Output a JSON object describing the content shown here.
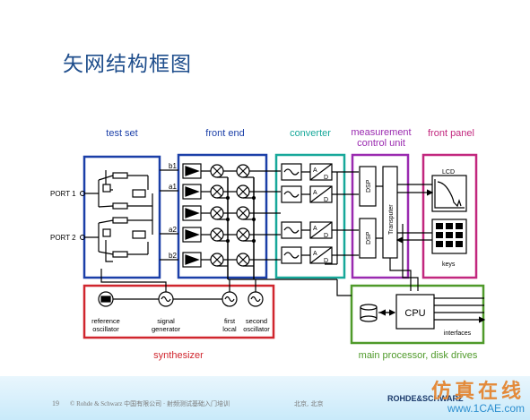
{
  "title": "矢网结构框图",
  "blocks": {
    "test_set": {
      "label": "test set",
      "color": "#1b3fa8"
    },
    "front_end": {
      "label": "front end",
      "color": "#1b3fa8"
    },
    "converter": {
      "label": "converter",
      "color": "#17a89a"
    },
    "measurement": {
      "label_line1": "measurement",
      "label_line2": "control unit",
      "color": "#9a2ab0"
    },
    "front_panel": {
      "label": "front panel",
      "color": "#c2277e"
    },
    "synthesizer": {
      "label": "synthesizer",
      "color": "#d0262e"
    },
    "main_processor": {
      "label": "main processor, disk drives",
      "color": "#4f9a2a"
    }
  },
  "ports": [
    "PORT 1",
    "PORT 2"
  ],
  "receiver_labels": [
    "b1",
    "a1",
    "a2",
    "b2"
  ],
  "converter_labels": {
    "a": "A",
    "d": "D"
  },
  "dsp_label": "DSP",
  "transputer_label": "Transputer",
  "lcd_label": "LCD",
  "keys_label": "keys",
  "cpu_label": "CPU",
  "interfaces_label": "interfaces",
  "oscillators": [
    {
      "line1": "reference",
      "line2": "oscillator"
    },
    {
      "line1": "signal",
      "line2": "generator"
    },
    {
      "line1": "first",
      "line2": "local"
    },
    {
      "line1": "second",
      "line2": "oscillator"
    }
  ],
  "footer": {
    "page": "19",
    "copyright": "© Rohde & Schwarz 中国有限公司 · 射频测试基础入门培训",
    "location": "北京, 北京",
    "logo": "ROHDE&SCHWARZ"
  },
  "watermark": {
    "text": "仿真在线",
    "url": "www.1CAE.com"
  }
}
